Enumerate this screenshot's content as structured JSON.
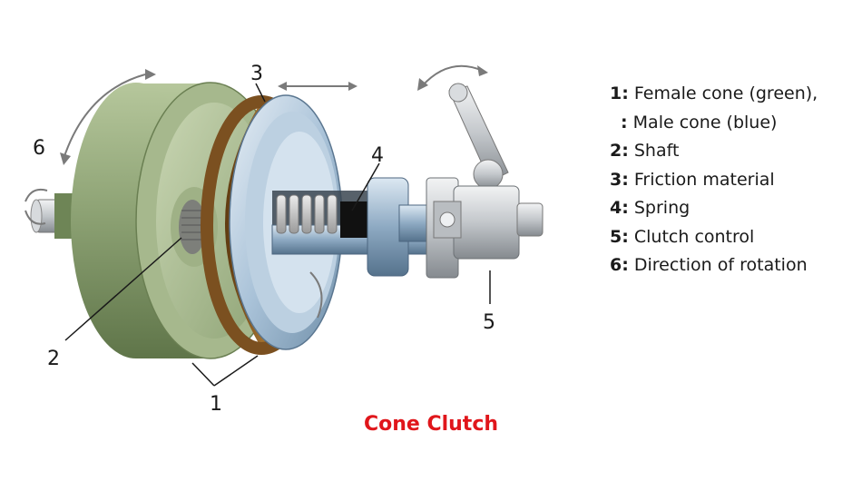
{
  "callouts": {
    "c1": "1",
    "c2": "2",
    "c3": "3",
    "c4": "4",
    "c5": "5",
    "c6": "6"
  },
  "legend": [
    {
      "key": "1:",
      "text": "Female cone (green),"
    },
    {
      "key": ":",
      "text": "Male cone (blue)"
    },
    {
      "key": "2:",
      "text": "Shaft"
    },
    {
      "key": "3:",
      "text": "Friction material"
    },
    {
      "key": "4:",
      "text": "Spring"
    },
    {
      "key": "5:",
      "text": "Clutch control"
    },
    {
      "key": "6:",
      "text": "Direction of rotation"
    }
  ],
  "caption": "Cone Clutch",
  "colors": {
    "caption": "#e0161b",
    "female_cone": "#8da276",
    "male_cone": "#a9c3d8",
    "friction": "#8a5a22",
    "metal": "#c8ccd0"
  }
}
